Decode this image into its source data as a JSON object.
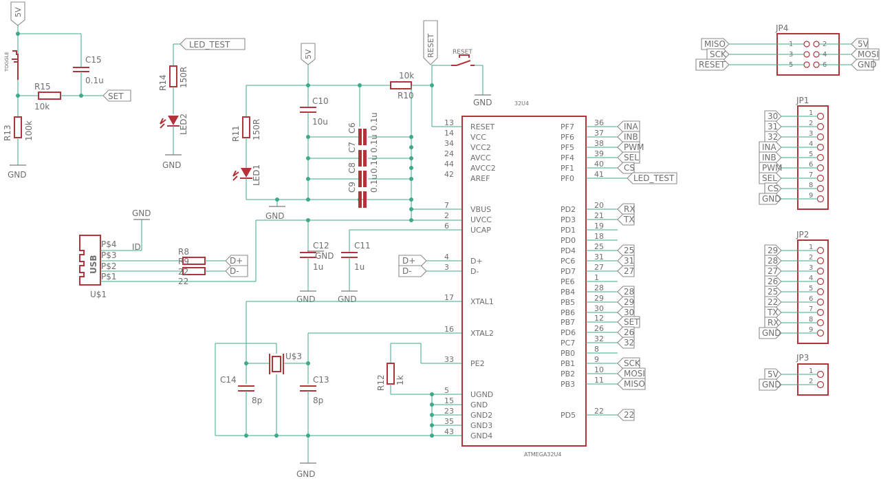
{
  "components": {
    "toggle": {
      "name": "TOGGLE"
    },
    "c15": {
      "name": "C15",
      "value": "0.1u"
    },
    "r15": {
      "name": "R15",
      "value": "10k"
    },
    "r13": {
      "name": "R13",
      "value": "100k"
    },
    "r14": {
      "name": "R14",
      "value": "150R"
    },
    "led2": {
      "name": "LED2"
    },
    "r11": {
      "name": "R11",
      "value": "150R"
    },
    "led1": {
      "name": "LED1"
    },
    "c10": {
      "name": "C10",
      "value": "10u"
    },
    "c6": {
      "name": "C6",
      "value": "0.1u"
    },
    "c7": {
      "name": "C7",
      "value": "0.1u"
    },
    "c8": {
      "name": "C8",
      "value": "0.1u"
    },
    "c9": {
      "name": "C9",
      "value": "0.1u"
    },
    "r10": {
      "name": "R10",
      "value": "10k"
    },
    "reset_btn": {
      "name": "RESET"
    },
    "c12": {
      "name": "C12",
      "value": "1u"
    },
    "c11": {
      "name": "C11",
      "value": "1u"
    },
    "r8": {
      "name": "R8",
      "value": "22"
    },
    "r9": {
      "name": "R9",
      "value": "22"
    },
    "usb": {
      "name": "U$1",
      "body": "USB",
      "pins": [
        "P$4",
        "P$3",
        "P$2",
        "P$1"
      ],
      "id_label": "ID"
    },
    "c14": {
      "name": "C14",
      "value": "8p"
    },
    "c13": {
      "name": "C13",
      "value": "8p"
    },
    "xtal": {
      "name": "U$3"
    },
    "r12": {
      "name": "R12",
      "value": "1k"
    },
    "mcu": {
      "value": "32U4",
      "name": "ATMEGA32U4"
    }
  },
  "power": {
    "v5": "5V",
    "gnd": "GND"
  },
  "net_labels": {
    "set": "SET",
    "led_test": "LED_TEST",
    "reset": "RESET",
    "d_plus": "D+",
    "d_minus": "D-"
  },
  "mcu_left_pins": [
    {
      "num": "13",
      "name": "RESET"
    },
    {
      "num": "14",
      "name": "VCC"
    },
    {
      "num": "34",
      "name": "VCC2"
    },
    {
      "num": "24",
      "name": "AVCC"
    },
    {
      "num": "44",
      "name": "AVCC2"
    },
    {
      "num": "42",
      "name": "AREF"
    },
    {
      "num": "7",
      "name": "VBUS"
    },
    {
      "num": "2",
      "name": "UVCC"
    },
    {
      "num": "6",
      "name": "UCAP"
    },
    {
      "num": "4",
      "name": "D+"
    },
    {
      "num": "3",
      "name": "D-"
    },
    {
      "num": "17",
      "name": "XTAL1"
    },
    {
      "num": "16",
      "name": "XTAL2"
    },
    {
      "num": "33",
      "name": "PE2"
    },
    {
      "num": "5",
      "name": "UGND"
    },
    {
      "num": "15",
      "name": "GND"
    },
    {
      "num": "23",
      "name": "GND2"
    },
    {
      "num": "35",
      "name": "GND3"
    },
    {
      "num": "43",
      "name": "GND4"
    }
  ],
  "mcu_right_pins": [
    {
      "num": "36",
      "name": "PF7",
      "net": "INA"
    },
    {
      "num": "37",
      "name": "PF6",
      "net": "INB"
    },
    {
      "num": "38",
      "name": "PF5",
      "net": "PWM"
    },
    {
      "num": "39",
      "name": "PF4",
      "net": "SEL"
    },
    {
      "num": "40",
      "name": "PF1",
      "net": "CS"
    },
    {
      "num": "41",
      "name": "PF0",
      "net": "LED_TEST"
    },
    {
      "num": "20",
      "name": "PD2",
      "net": "RX"
    },
    {
      "num": "21",
      "name": "PD3",
      "net": "TX"
    },
    {
      "num": "19",
      "name": "PD1",
      "net": ""
    },
    {
      "num": "18",
      "name": "PD0",
      "net": ""
    },
    {
      "num": "25",
      "name": "PD4",
      "net": "25"
    },
    {
      "num": "31",
      "name": "PC6",
      "net": "31"
    },
    {
      "num": "27",
      "name": "PD7",
      "net": "27"
    },
    {
      "num": "1",
      "name": "PE6",
      "net": ""
    },
    {
      "num": "28",
      "name": "PB4",
      "net": "28"
    },
    {
      "num": "29",
      "name": "PB5",
      "net": "29"
    },
    {
      "num": "30",
      "name": "PB6",
      "net": "30"
    },
    {
      "num": "12",
      "name": "PB7",
      "net": "SET"
    },
    {
      "num": "26",
      "name": "PD6",
      "net": "26"
    },
    {
      "num": "32",
      "name": "PC7",
      "net": "32"
    },
    {
      "num": "8",
      "name": "PB0",
      "net": ""
    },
    {
      "num": "9",
      "name": "PB1",
      "net": "SCK"
    },
    {
      "num": "10",
      "name": "PB2",
      "net": "MOSI"
    },
    {
      "num": "11",
      "name": "PB3",
      "net": "MISO"
    },
    {
      "num": "22",
      "name": "PD5",
      "net": "22"
    }
  ],
  "headers": {
    "jp4": {
      "name": "JP4",
      "left": [
        {
          "num": "1",
          "net": "MISO"
        },
        {
          "num": "3",
          "net": "SCK"
        },
        {
          "num": "5",
          "net": "RESET"
        }
      ],
      "right": [
        {
          "num": "2",
          "net": "5V"
        },
        {
          "num": "4",
          "net": "MOSI"
        },
        {
          "num": "6",
          "net": "GND"
        }
      ]
    },
    "jp1": {
      "name": "JP1",
      "pins": [
        {
          "num": "1",
          "net": "30"
        },
        {
          "num": "2",
          "net": "31"
        },
        {
          "num": "3",
          "net": "32"
        },
        {
          "num": "4",
          "net": "INA"
        },
        {
          "num": "5",
          "net": "INB"
        },
        {
          "num": "6",
          "net": "PWM"
        },
        {
          "num": "7",
          "net": "SEL"
        },
        {
          "num": "8",
          "net": "CS"
        },
        {
          "num": "9",
          "net": "GND"
        }
      ]
    },
    "jp2": {
      "name": "JP2",
      "pins": [
        {
          "num": "1",
          "net": "29"
        },
        {
          "num": "2",
          "net": "28"
        },
        {
          "num": "3",
          "net": "27"
        },
        {
          "num": "4",
          "net": "26"
        },
        {
          "num": "5",
          "net": "25"
        },
        {
          "num": "6",
          "net": "22"
        },
        {
          "num": "7",
          "net": "TX"
        },
        {
          "num": "8",
          "net": "RX"
        },
        {
          "num": "9",
          "net": "GND"
        }
      ]
    },
    "jp3": {
      "name": "JP3",
      "pins": [
        {
          "num": "1",
          "net": "5V"
        },
        {
          "num": "2",
          "net": "GND"
        }
      ]
    }
  },
  "colors": {
    "wire": "#3ea88a",
    "part": "#b3333a",
    "label": "#6e6e6e",
    "background": "#ffffff"
  }
}
